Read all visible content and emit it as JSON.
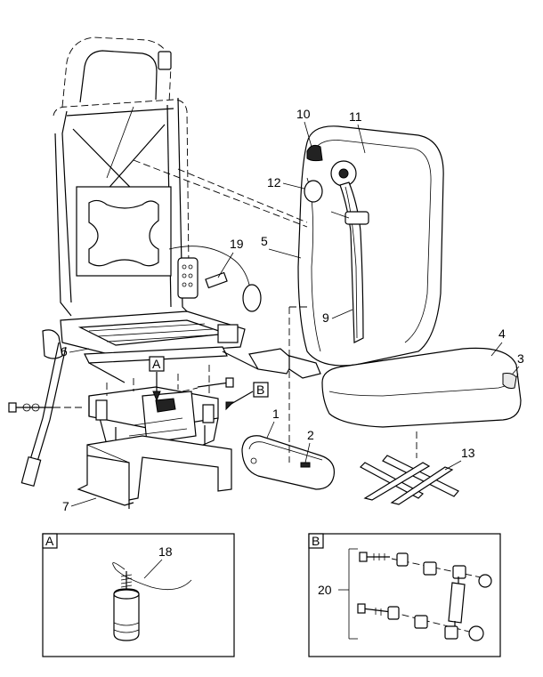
{
  "callouts": {
    "c1": "1",
    "c2": "2",
    "c3": "3",
    "c4": "4",
    "c5": "5",
    "c6": "6",
    "c7": "7",
    "c9": "9",
    "c10": "10",
    "c11": "11",
    "c12": "12",
    "c13": "13",
    "c18": "18",
    "c19": "19",
    "c20": "20"
  },
  "detail_refs": {
    "a": "A",
    "b": "B"
  },
  "detail_panels": {
    "a_label": "A",
    "b_label": "B"
  }
}
